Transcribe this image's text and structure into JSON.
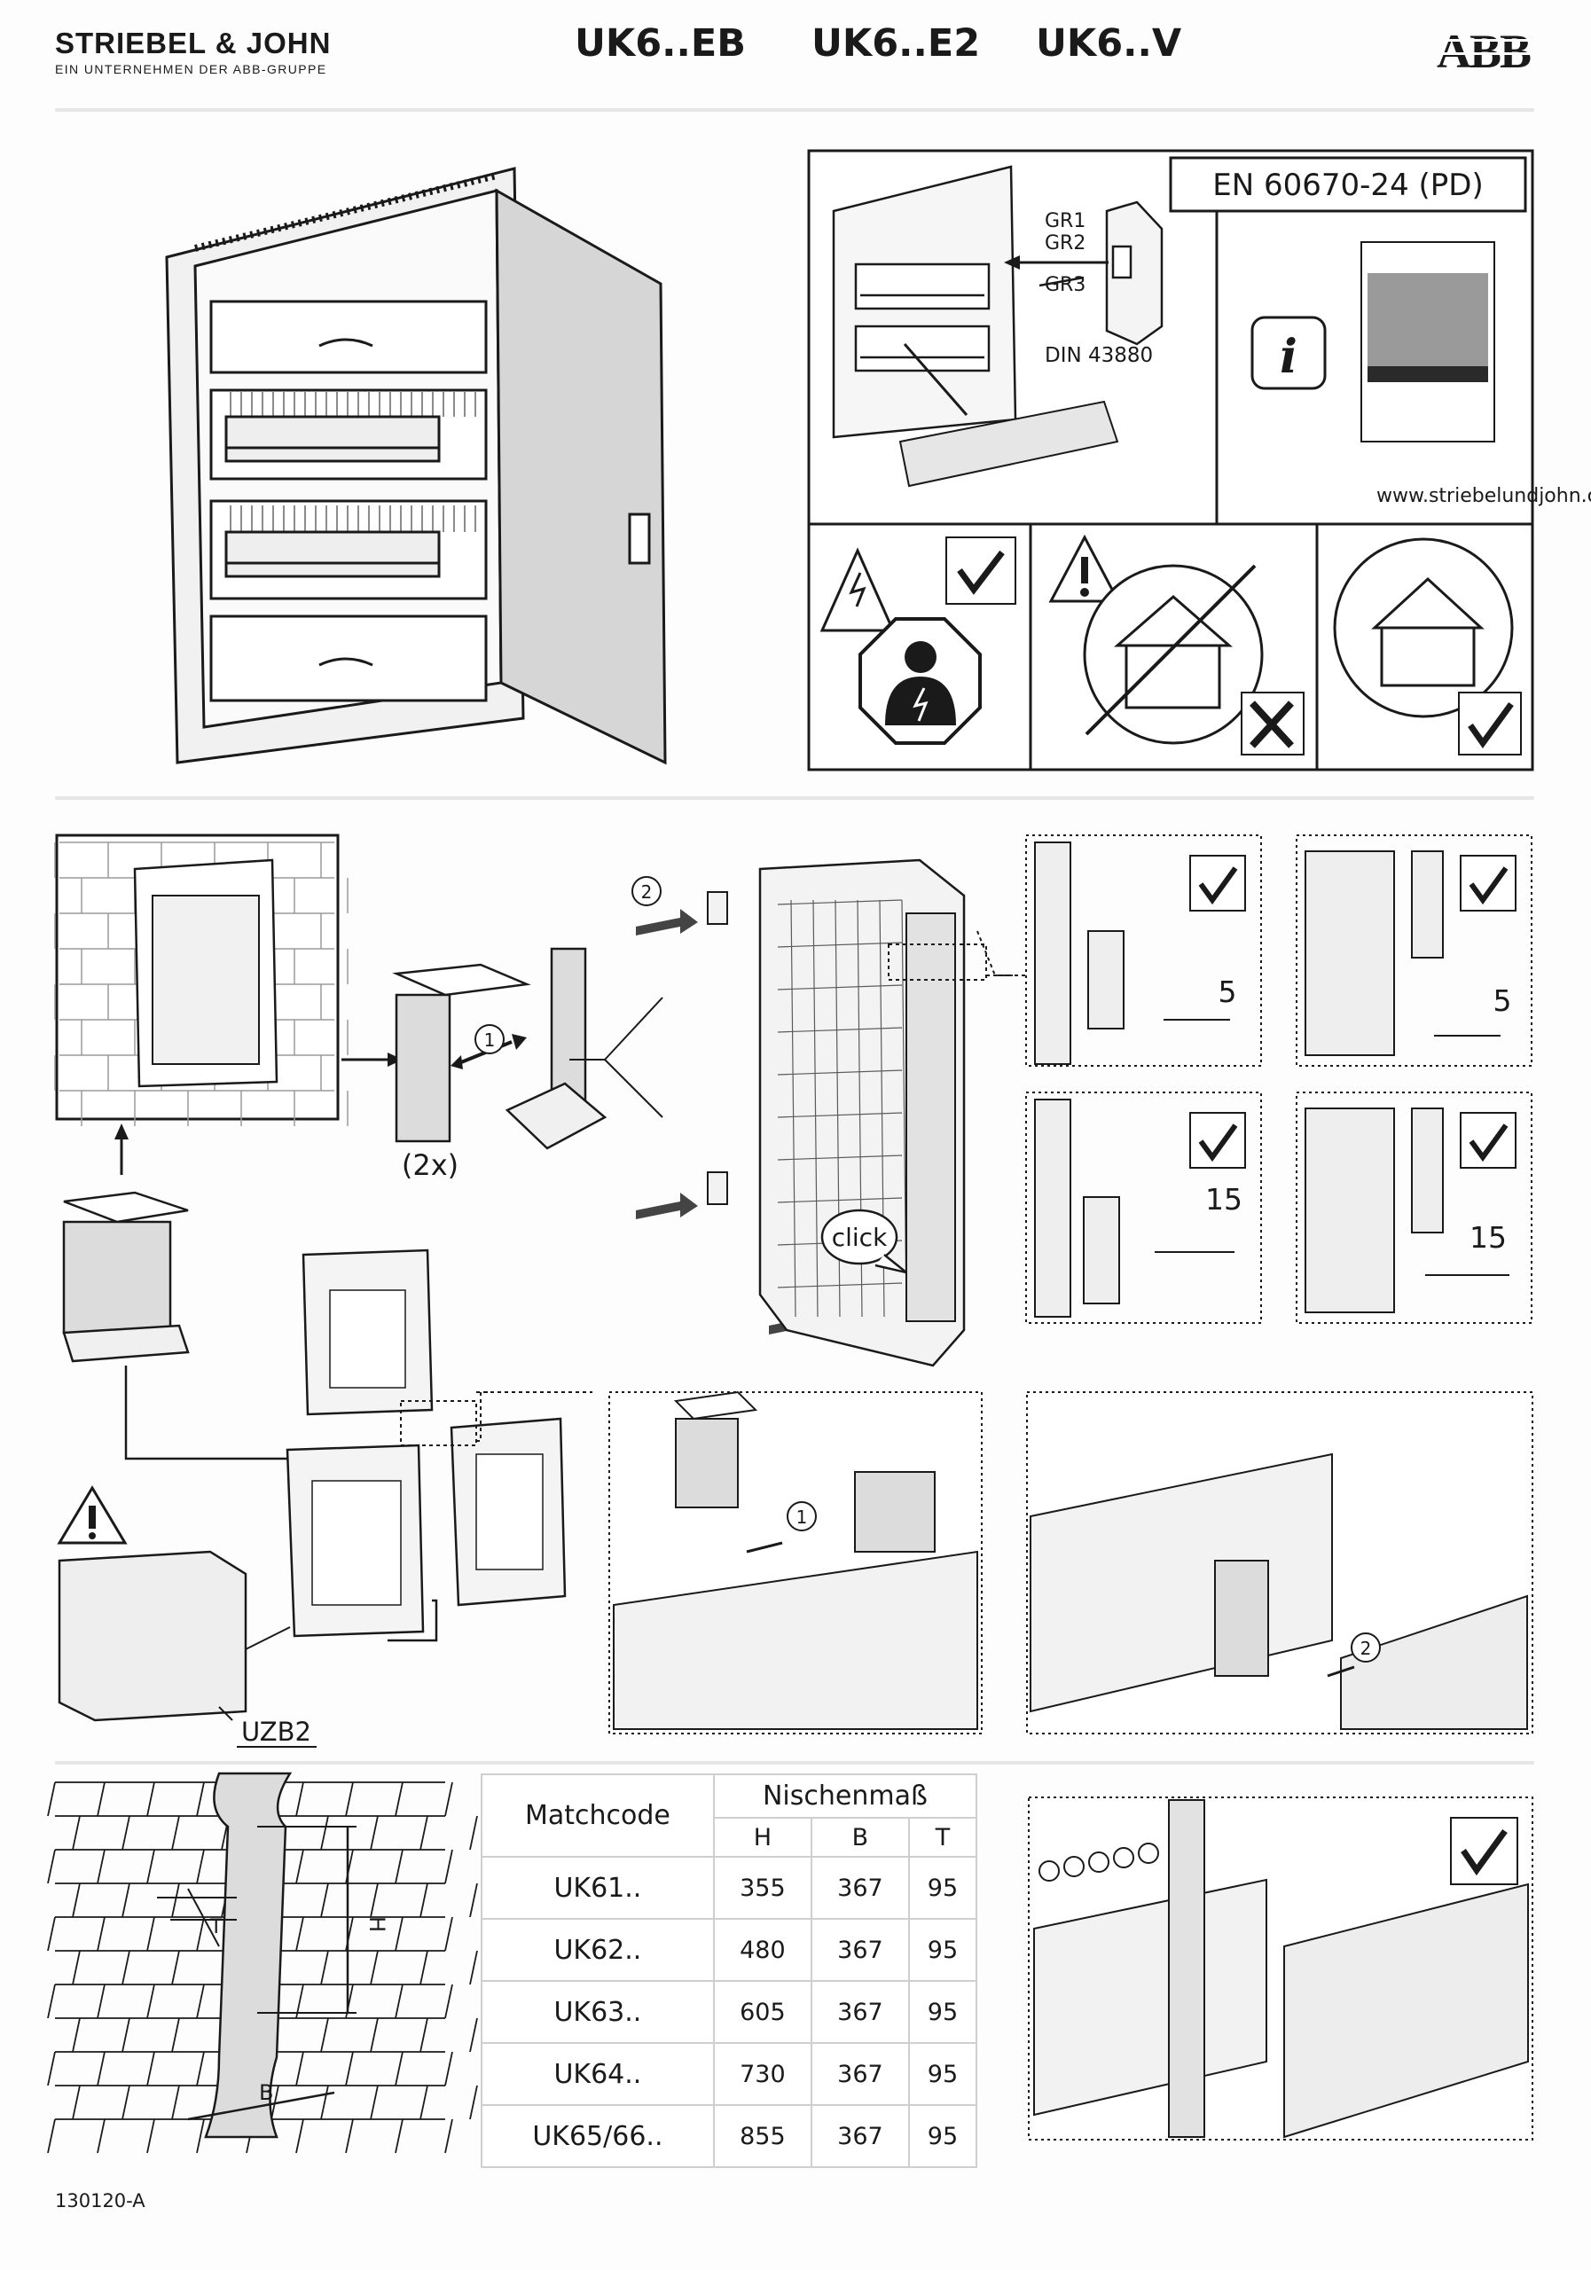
{
  "header": {
    "brand": "STRIEBEL & JOHN",
    "brand_subtitle": "EIN UNTERNEHMEN DER ABB-GRUPPE",
    "models": [
      "UK6..EB",
      "UK6..E2",
      "UK6..V"
    ],
    "logo": "ABB"
  },
  "info_panel": {
    "standard": "EN 60670-24 (PD)",
    "groups": [
      "GR1",
      "GR2",
      "GR3"
    ],
    "din": "DIN 43880",
    "info_symbol": "i",
    "url": "www.striebelundjohn.com"
  },
  "mounting": {
    "step1": "1",
    "step2": "2",
    "quantity": "(2x)",
    "click": "click",
    "dim_a": "5",
    "dim_b": "15",
    "accessory": "UZB2"
  },
  "niche_table": {
    "col_matchcode": "Matchcode",
    "col_group": "Nischenmaß",
    "sub_cols": [
      "H",
      "B",
      "T"
    ],
    "rows": [
      {
        "code": "UK61..",
        "h": "355",
        "b": "367",
        "t": "95"
      },
      {
        "code": "UK62..",
        "h": "480",
        "b": "367",
        "t": "95"
      },
      {
        "code": "UK63..",
        "h": "605",
        "b": "367",
        "t": "95"
      },
      {
        "code": "UK64..",
        "h": "730",
        "b": "367",
        "t": "95"
      },
      {
        "code": "UK65/66..",
        "h": "855",
        "b": "367",
        "t": "95"
      }
    ]
  },
  "niche_labels": {
    "height": "H",
    "width": "B",
    "depth": "T"
  },
  "footer": {
    "doc_number": "130120-A"
  },
  "icons": [
    "check-icon",
    "cross-icon",
    "warning-icon",
    "electric-hazard-icon",
    "electrician-icon",
    "house-rain-icon",
    "info-icon",
    "arrow-icon"
  ]
}
